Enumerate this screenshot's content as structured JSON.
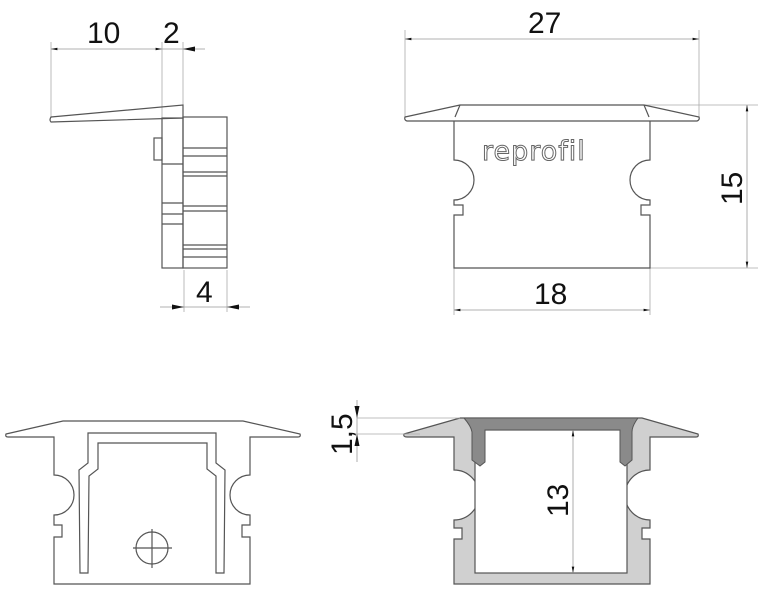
{
  "drawing": {
    "brand_logo": "reprofil",
    "views": {
      "side_view": {
        "dimensions": {
          "flange_length": "10",
          "flange_thickness": "2",
          "body_depth": "4"
        }
      },
      "front_view": {
        "dimensions": {
          "overall_width": "27",
          "height": "15",
          "body_width": "18"
        }
      },
      "section_view_left": {
        "features": [
          "profile outline",
          "center crosshair circle"
        ]
      },
      "section_view_right": {
        "dimensions": {
          "flange_thickness": "1,5",
          "inner_height": "13"
        }
      }
    },
    "colors": {
      "line": "#555555",
      "dim_line": "#999999",
      "fill_profile": "#cfcfcf",
      "fill_cap": "#8a8a8a"
    }
  }
}
